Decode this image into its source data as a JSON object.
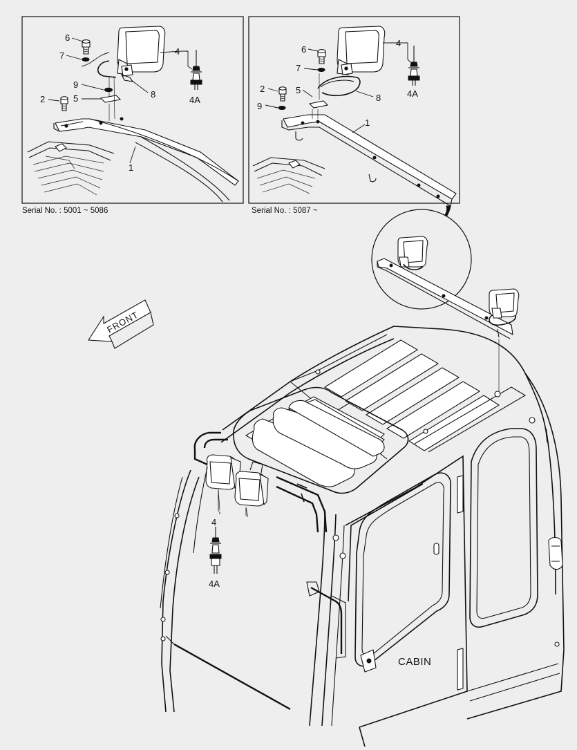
{
  "panels": {
    "left": {
      "serial": "Serial No. : 5001 ~ 5086"
    },
    "right": {
      "serial": "Serial No. : 5087 ~"
    }
  },
  "labels": {
    "p1": "1",
    "p2": "2",
    "p4": "4",
    "p4a": "4A",
    "p5": "5",
    "p6": "6",
    "p7": "7",
    "p8": "8",
    "p9": "9"
  },
  "main": {
    "front": "FRONT",
    "cabin": "CABIN",
    "lamp_label": "4",
    "bulb_label": "4A"
  }
}
